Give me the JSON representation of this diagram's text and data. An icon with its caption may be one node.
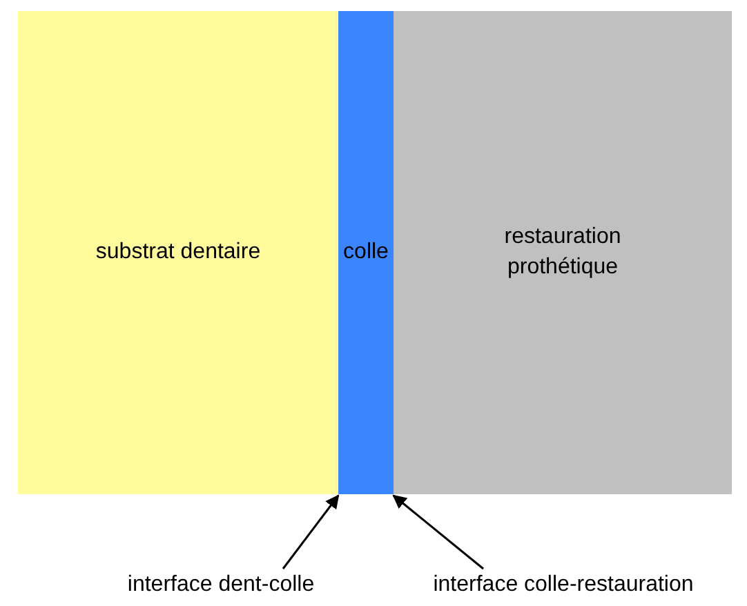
{
  "diagram": {
    "nodes": [
      {
        "text": [
          "substrat dentaire"
        ]
      },
      {
        "text": [
          "colle"
        ]
      },
      {
        "text": [
          "restauration prothétique"
        ]
      },
      {
        "text": [
          "interface dent-colle"
        ]
      },
      {
        "text": [
          "interface colle-restauration"
        ]
      }
    ],
    "edges": [
      {
        "from": 3,
        "to": 1,
        "arrow": "to"
      },
      {
        "from": 4,
        "to": 1,
        "arrow": "to"
      }
    ]
  }
}
